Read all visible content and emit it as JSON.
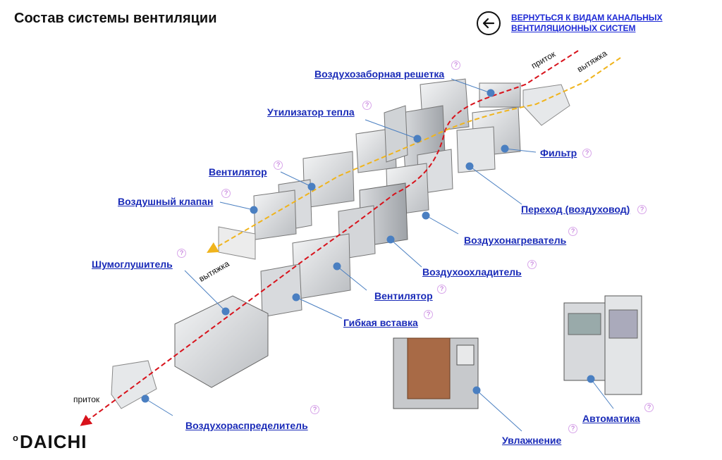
{
  "header": {
    "title": "Состав системы вентиляции",
    "back_link_line1": "ВЕРНУТЬСЯ К ВИДАМ КАНАЛЬНЫХ",
    "back_link_line2": "ВЕНТИЛЯЦИОННЫХ СИСТЕМ",
    "back_icon": "arrow-left-circle-icon"
  },
  "components": [
    {
      "id": "air-intake-grille",
      "label": "Воздухозаборная решетка"
    },
    {
      "id": "heat-recovery",
      "label": "Утилизатор тепла"
    },
    {
      "id": "filter",
      "label": "Фильтр"
    },
    {
      "id": "fan-exhaust",
      "label": "Вентилятор"
    },
    {
      "id": "air-valve",
      "label": "Воздушный клапан"
    },
    {
      "id": "transition-duct",
      "label": "Переход (воздуховод)"
    },
    {
      "id": "air-heater",
      "label": "Воздухонагреватель"
    },
    {
      "id": "silencer",
      "label": "Шумоглушитель"
    },
    {
      "id": "air-cooler",
      "label": "Воздухоохладитель"
    },
    {
      "id": "fan-supply",
      "label": "Вентилятор"
    },
    {
      "id": "flexible-insert",
      "label": "Гибкая вставка"
    },
    {
      "id": "air-distributor",
      "label": "Воздухораспределитель"
    },
    {
      "id": "humidification",
      "label": "Увлажнение"
    },
    {
      "id": "automation",
      "label": "Автоматика"
    }
  ],
  "help_mark": "?",
  "flows": {
    "supply_top": "приток",
    "exhaust_top": "вытяжка",
    "exhaust_mid": "вытяжка",
    "supply_bottom": "приток"
  },
  "colors": {
    "label_link": "#1a2bb8",
    "supply_line": "#d8121b",
    "exhaust_line": "#f0b41c",
    "pointer_dot": "#4a7fc1",
    "help_mark": "#b04fd0"
  },
  "logo": {
    "mark": "o",
    "text": "DAICHI"
  }
}
